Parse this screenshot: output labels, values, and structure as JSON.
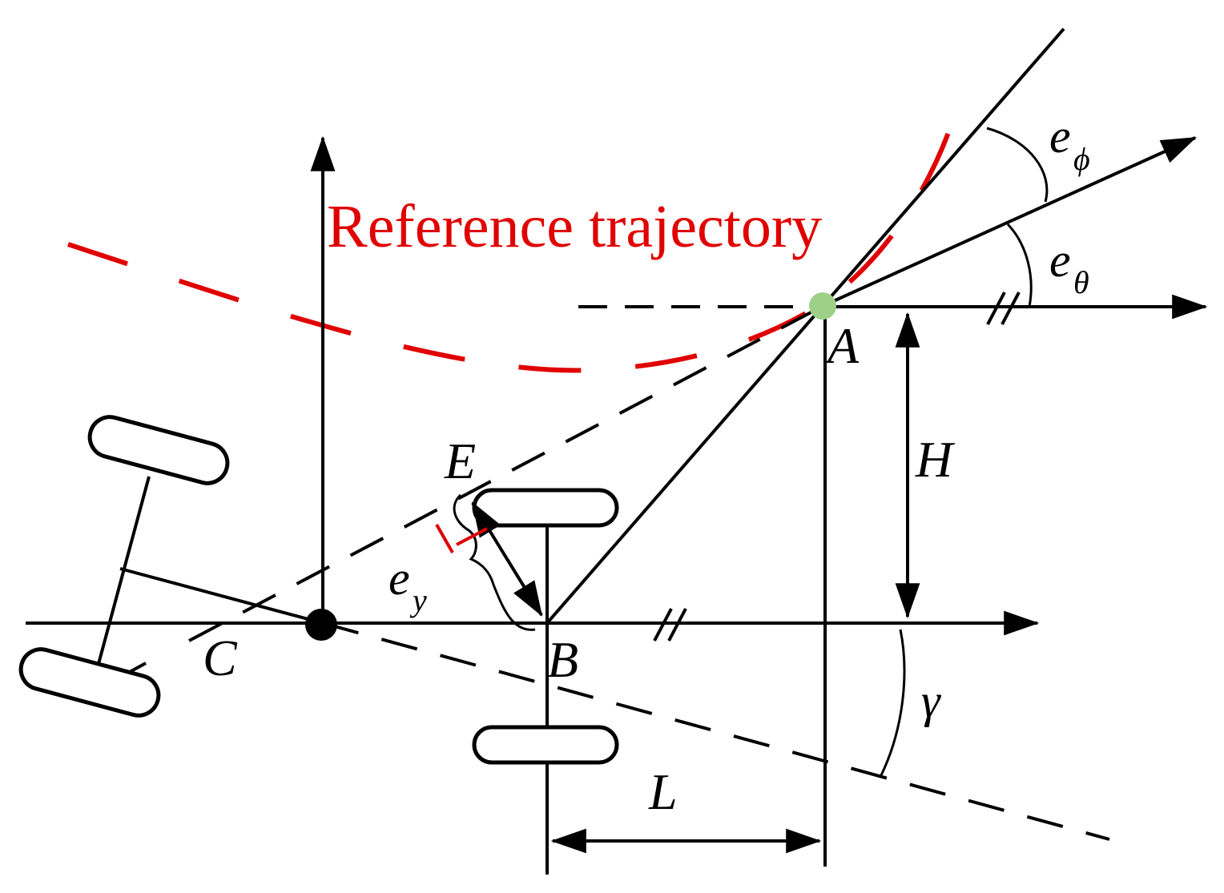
{
  "diagram": {
    "reference_label": "Reference trajectory",
    "points": {
      "A": "A",
      "B": "B",
      "C": "C",
      "E": "E"
    },
    "dimensions": {
      "H": "H",
      "L": "L",
      "gamma": "γ"
    },
    "errors": {
      "e_phi_base": "e",
      "e_phi_sub": "ϕ",
      "e_theta_base": "e",
      "e_theta_sub": "θ",
      "e_y_base": "e",
      "e_y_sub": "y"
    },
    "colors": {
      "reference": "#e00000",
      "lookahead_point": "#9fd08a",
      "lines": "#000000"
    }
  }
}
